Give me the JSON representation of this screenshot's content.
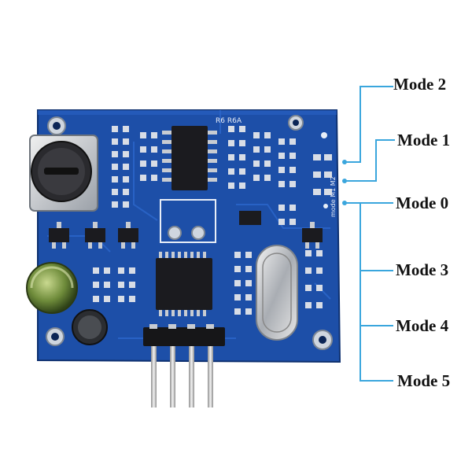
{
  "board": {
    "silk_top": "R6  R6A",
    "silk_side": "mode M1 M2",
    "colors": {
      "pcb": "#1d4fa8",
      "pcb_dark": "#123a82",
      "pad": "#d8dde6",
      "chip": "#1b1b1f",
      "callout": "#3aa6dd",
      "silk": "#e8eef8"
    }
  },
  "modes": [
    {
      "id": "mode2",
      "label": "Mode 2"
    },
    {
      "id": "mode1",
      "label": "Mode 1"
    },
    {
      "id": "mode0",
      "label": "Mode 0"
    },
    {
      "id": "mode3",
      "label": "Mode 3"
    },
    {
      "id": "mode4",
      "label": "Mode 4"
    },
    {
      "id": "mode5",
      "label": "Mode 5"
    }
  ]
}
